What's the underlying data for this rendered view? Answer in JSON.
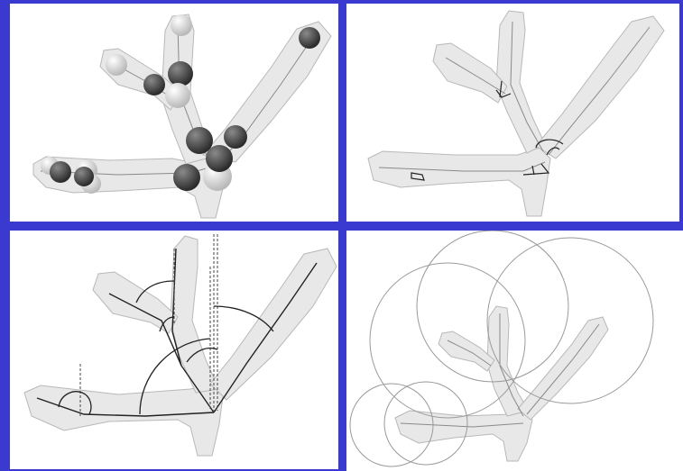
{
  "figure": {
    "colors": {
      "frame": "#3a3ad0",
      "panel_background": "#ffffff",
      "dendrite_fill": "#e6e6e6",
      "dendrite_edge": "#b8b8b8",
      "centerline": "#7a7a7a",
      "marker_dark": "#3a3a3a",
      "marker_light": "#d8d8d8",
      "annotation_line": "#222222",
      "fit_circle": "#a0a0a0"
    },
    "panels": [
      {
        "id": "top-left",
        "content": "branch-point-markers"
      },
      {
        "id": "top-right",
        "content": "local-branch-angles"
      },
      {
        "id": "bottom-left",
        "content": "global-branch-angles"
      },
      {
        "id": "bottom-right",
        "content": "fitted-curvature-circles"
      }
    ]
  }
}
